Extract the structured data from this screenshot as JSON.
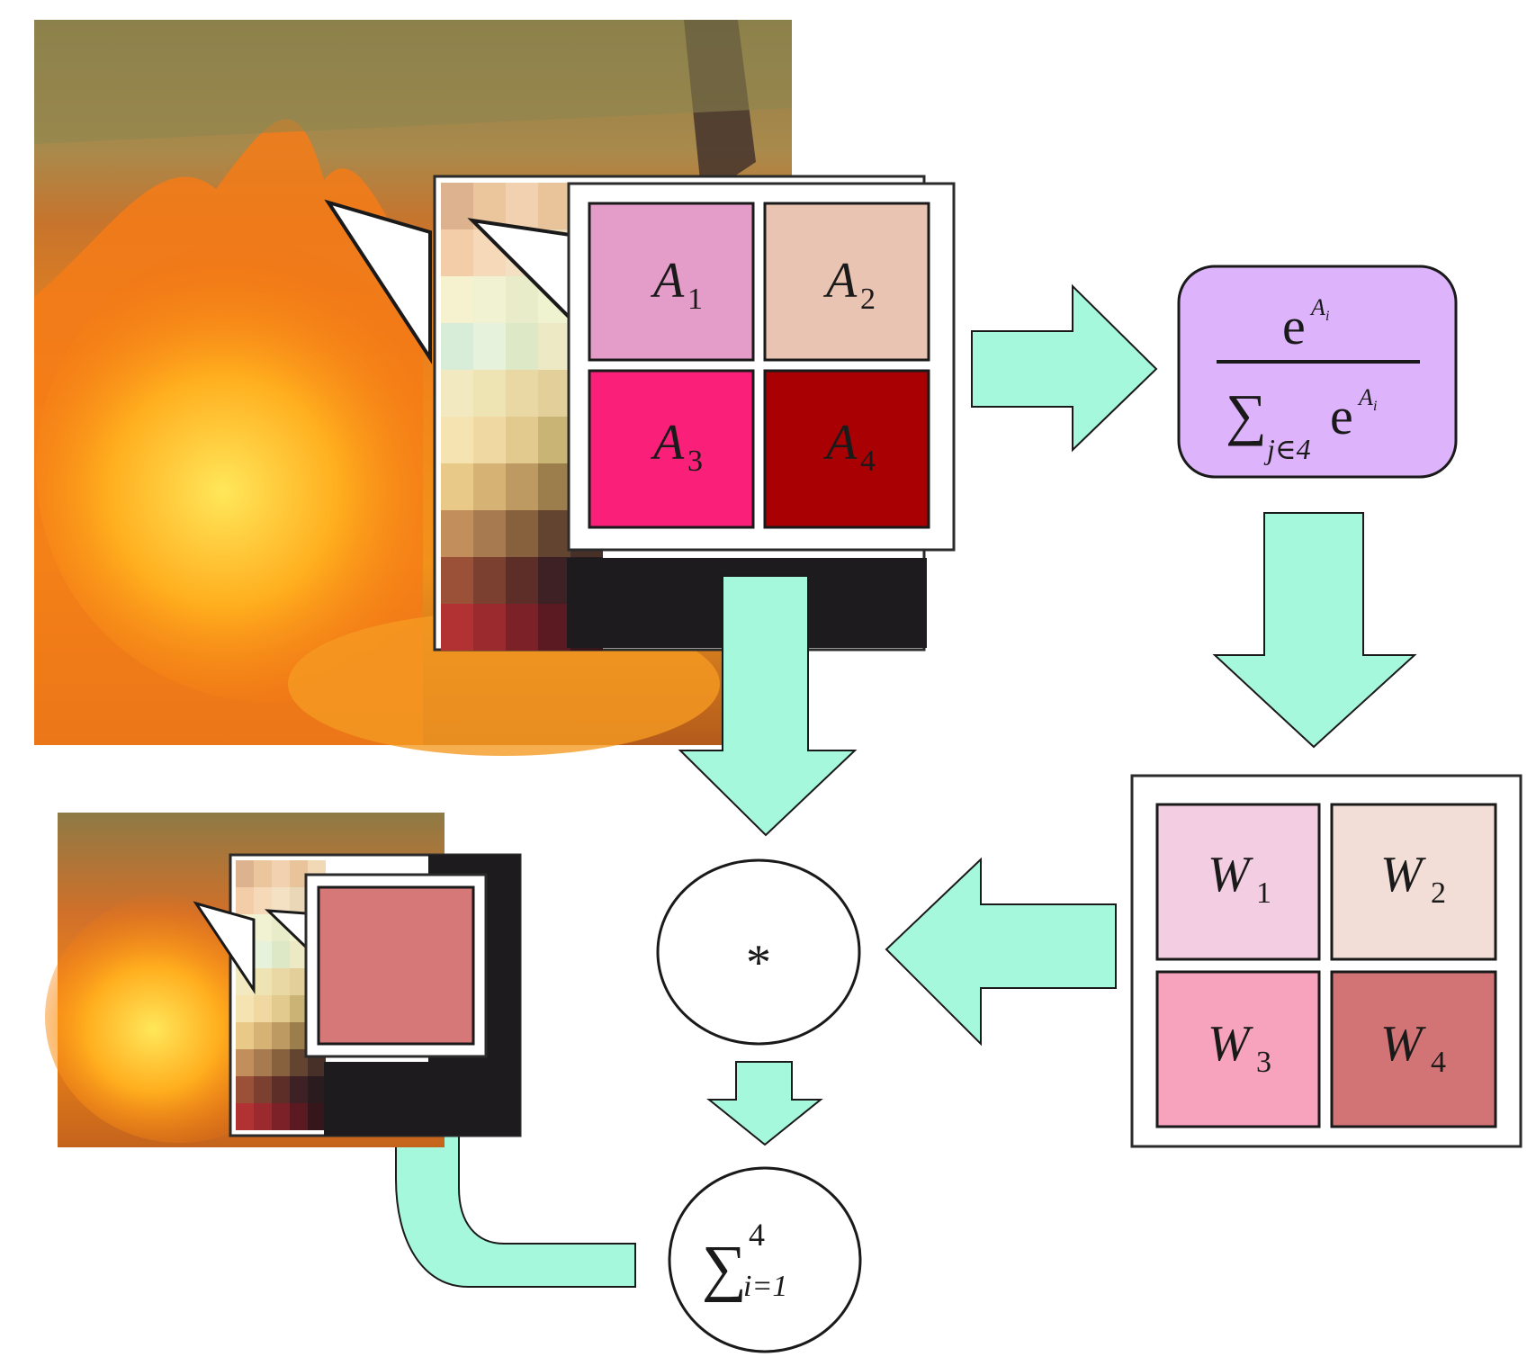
{
  "pooling_cells": [
    {
      "symbol": "A",
      "index": "1",
      "color": "#e49cc8"
    },
    {
      "symbol": "A",
      "index": "2",
      "color": "#eac4b2"
    },
    {
      "symbol": "A",
      "index": "3",
      "color": "#fa1f78"
    },
    {
      "symbol": "A",
      "index": "4",
      "color": "#a80003"
    }
  ],
  "softmax": {
    "numerator_base": "e",
    "numerator_exp_symbol": "A",
    "numerator_exp_index": "i",
    "sum_symbol": "∑",
    "sum_subscript": "j∈4",
    "denominator_base": "e",
    "denominator_exp_symbol": "A",
    "denominator_exp_index": "i",
    "fill": "#ddb3fb"
  },
  "weight_cells": [
    {
      "symbol": "W",
      "index": "1",
      "color": "#f3cde2"
    },
    {
      "symbol": "W",
      "index": "2",
      "color": "#f3ded7"
    },
    {
      "symbol": "W",
      "index": "3",
      "color": "#f8a3bd"
    },
    {
      "symbol": "W",
      "index": "4",
      "color": "#d27476"
    }
  ],
  "multiply_node": {
    "label": "*"
  },
  "sum_node": {
    "symbol": "∑",
    "upper": "4",
    "lower": "i=1"
  },
  "output_cell": {
    "color": "#d67778"
  },
  "arrow_color": "#a6f8dd",
  "pixel_patch_colors": [
    [
      "#dcb38e",
      "#ebc69d",
      "#f1d1b0",
      "#e9c49a",
      "#f2d9b6"
    ],
    [
      "#f2cda7",
      "#f6d9b9",
      "#f4e1c4",
      "#ead7b8",
      "#f0dec2"
    ],
    [
      "#f6f1cf",
      "#f0f2d2",
      "#e9ecc9",
      "#eff3cf",
      "#eaeac5"
    ],
    [
      "#d7edd8",
      "#e6f2dc",
      "#dde8c6",
      "#ece9c4",
      "#e4ddb3"
    ],
    [
      "#f3e9c0",
      "#eee3b3",
      "#e9d7a4",
      "#e2cf9a",
      "#d8c08a"
    ],
    [
      "#f6e3b2",
      "#efd8a1",
      "#e2c98d",
      "#c9b476",
      "#b49a60"
    ],
    [
      "#e9c987",
      "#d6b374",
      "#bd9a62",
      "#9c7d4c",
      "#7e6440"
    ],
    [
      "#c28f5c",
      "#a77a50",
      "#87603e",
      "#634430",
      "#463027"
    ],
    [
      "#9b5138",
      "#7b4030",
      "#5d2d28",
      "#3e2124",
      "#2a1b1f"
    ],
    [
      "#b23132",
      "#9a2a2e",
      "#7d2129",
      "#5b1a22",
      "#36151b"
    ]
  ]
}
